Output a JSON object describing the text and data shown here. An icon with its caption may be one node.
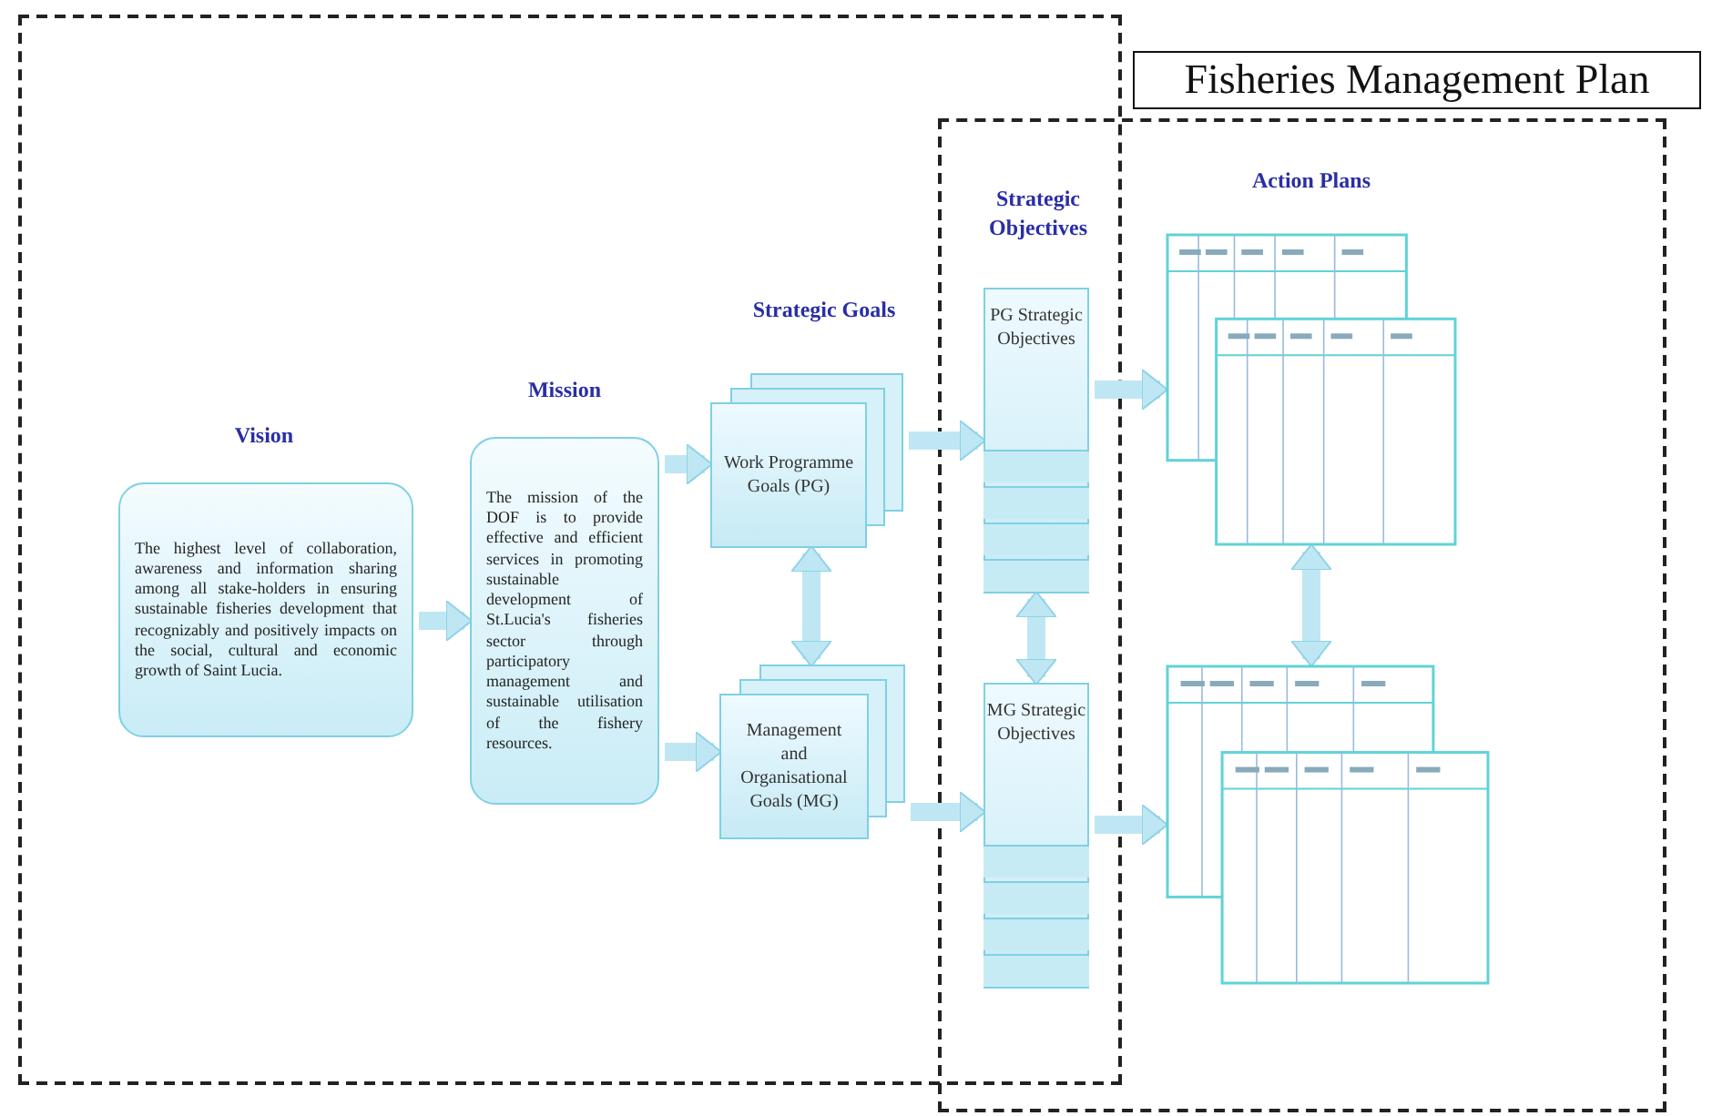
{
  "diagram": {
    "nodes": [
      {
        "text": [
          "Fisheries Management Plan"
        ]
      },
      {
        "text": [
          "Vision",
          "The highest level of collaboration, awareness and information sharing among all stake-holders in ensuring sustainable fisheries development that recognizably and positively impacts on the social, cultural and economic growth of Saint Lucia."
        ]
      },
      {
        "text": [
          "Mission",
          "The mission of the DOF is to provide effective and efficient services in promoting sustainable development of St.Lucia's fisheries sector through participatory management and sustainable utilisation of the fishery resources."
        ]
      },
      {
        "text": [
          "Work Programme Goals (PG)"
        ]
      },
      {
        "text": [
          "Management and Organisational Goals (MG)"
        ]
      },
      {
        "text": [
          "PG Strategic Objectives"
        ]
      },
      {
        "text": [
          "MG Strategic Objectives"
        ]
      },
      {
        "text": [],
        "shape": "box"
      },
      {
        "text": [],
        "shape": "box"
      }
    ],
    "edges": [
      {
        "from": 1,
        "to": 2,
        "arrow": "to"
      },
      {
        "from": 2,
        "to": 3,
        "arrow": "to"
      },
      {
        "from": 2,
        "to": 4,
        "arrow": "to"
      },
      {
        "from": 3,
        "to": 4,
        "arrow": "both"
      },
      {
        "from": 3,
        "to": 5,
        "arrow": "to"
      },
      {
        "from": 4,
        "to": 6,
        "arrow": "to"
      },
      {
        "from": 5,
        "to": 6,
        "arrow": "both"
      },
      {
        "from": 5,
        "to": 7,
        "arrow": "to"
      },
      {
        "from": 6,
        "to": 8,
        "arrow": "to"
      },
      {
        "from": 7,
        "to": 8,
        "arrow": "both"
      }
    ],
    "labels": [
      "Strategic Goals",
      "Strategic Objectives",
      "Action Plans"
    ]
  }
}
